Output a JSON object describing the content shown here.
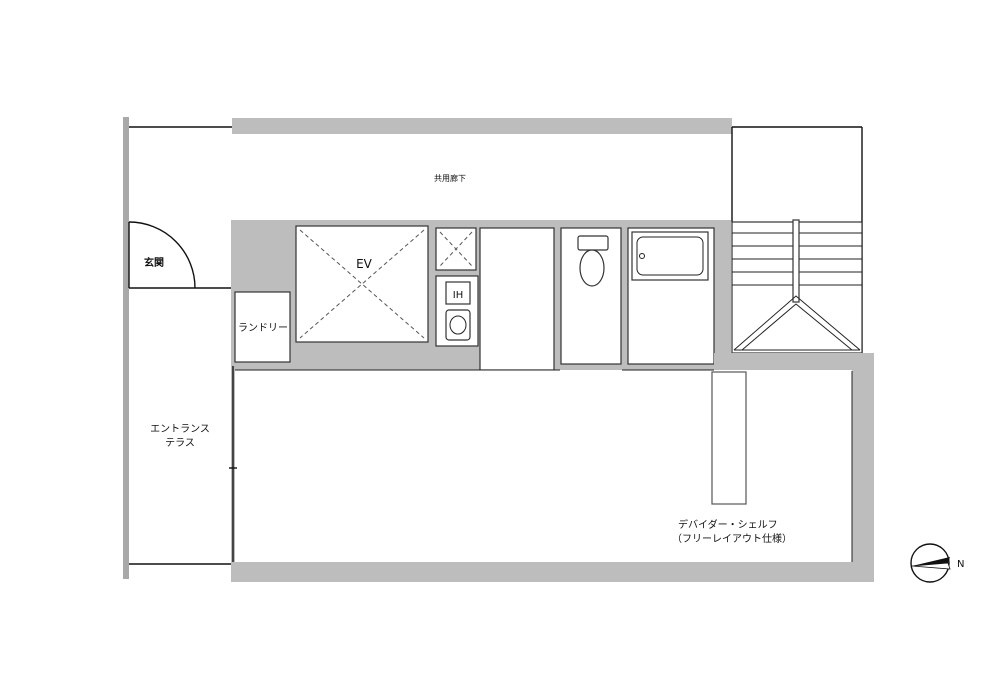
{
  "rooms": {
    "corridor": "共用廊下",
    "entrance": "玄関",
    "laundry": "ランドリー",
    "terrace_line1": "エントランス",
    "terrace_line2": "テラス",
    "elevator": "EV",
    "ih": "IH",
    "shelf_line1": "デバイダー・シェルフ",
    "shelf_line2": "（フリーレイアウト仕様）"
  },
  "compass": {
    "label": "N"
  },
  "colors": {
    "wall": "#bdbdbd",
    "line": "#111111",
    "background": "#ffffff"
  }
}
